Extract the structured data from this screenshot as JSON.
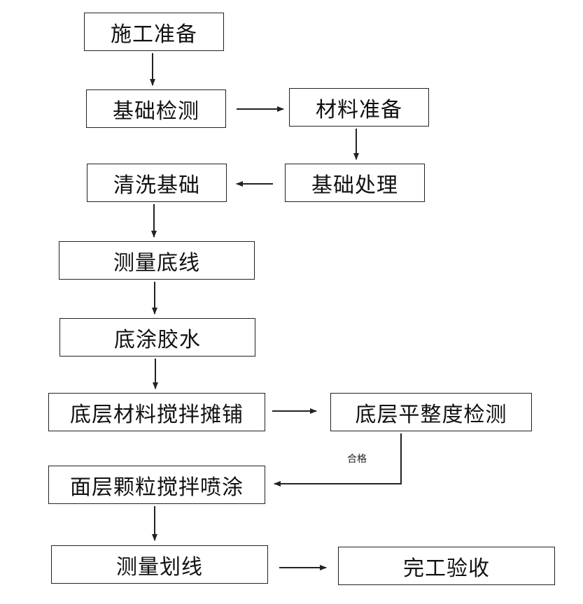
{
  "flowchart": {
    "steps": [
      {
        "id": "step-1",
        "label": "施工准备"
      },
      {
        "id": "step-2",
        "label": "基础检测"
      },
      {
        "id": "step-3",
        "label": "材料准备"
      },
      {
        "id": "step-4",
        "label": "基础处理"
      },
      {
        "id": "step-5",
        "label": "清洗基础"
      },
      {
        "id": "step-6",
        "label": "测量底线"
      },
      {
        "id": "step-7",
        "label": "底涂胶水"
      },
      {
        "id": "step-8",
        "label": "底层材料搅拌摊铺"
      },
      {
        "id": "step-9",
        "label": "底层平整度检测"
      },
      {
        "id": "step-10",
        "label": "面层颗粒搅拌喷涂"
      },
      {
        "id": "step-11",
        "label": "测量划线"
      },
      {
        "id": "step-12",
        "label": "完工验收"
      }
    ],
    "connectors": [
      {
        "from": "施工准备",
        "to": "基础检测"
      },
      {
        "from": "基础检测",
        "to": "材料准备"
      },
      {
        "from": "材料准备",
        "to": "基础处理"
      },
      {
        "from": "基础处理",
        "to": "清洗基础"
      },
      {
        "from": "清洗基础",
        "to": "测量底线"
      },
      {
        "from": "测量底线",
        "to": "底涂胶水"
      },
      {
        "from": "底涂胶水",
        "to": "底层材料搅拌摊铺"
      },
      {
        "from": "底层材料搅拌摊铺",
        "to": "底层平整度检测"
      },
      {
        "from": "底层平整度检测",
        "to": "面层颗粒搅拌喷涂",
        "label": "合格"
      },
      {
        "from": "面层颗粒搅拌喷涂",
        "to": "测量划线"
      },
      {
        "from": "测量划线",
        "to": "完工验收"
      }
    ],
    "qualified_label": "合格"
  },
  "colors": {
    "line": "#222222",
    "text": "#111111",
    "background": "#ffffff"
  }
}
